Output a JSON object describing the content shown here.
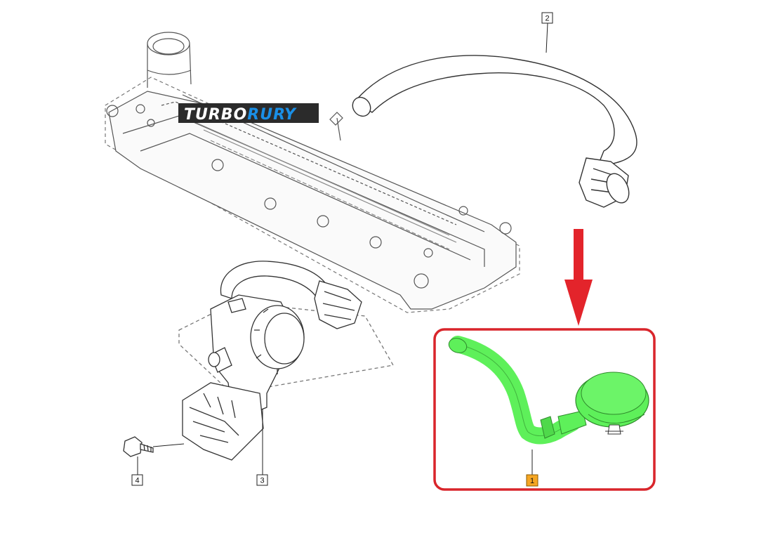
{
  "logo": {
    "part1": "TURBO",
    "part2": "RURY"
  },
  "callouts": [
    {
      "id": "callout-1",
      "label": "1",
      "highlight": true
    },
    {
      "id": "callout-2",
      "label": "2",
      "highlight": false
    },
    {
      "id": "callout-3",
      "label": "3",
      "highlight": false
    },
    {
      "id": "callout-4",
      "label": "4",
      "highlight": false
    }
  ],
  "colors": {
    "highlight_fill": "#5ef05a",
    "highlight_box": "#d9252b",
    "arrow": "#e3242b",
    "badge_highlight": "#f5a623",
    "logo_bg": "#2b2b2b",
    "logo_white": "#ffffff",
    "logo_blue": "#1a8fe6"
  }
}
